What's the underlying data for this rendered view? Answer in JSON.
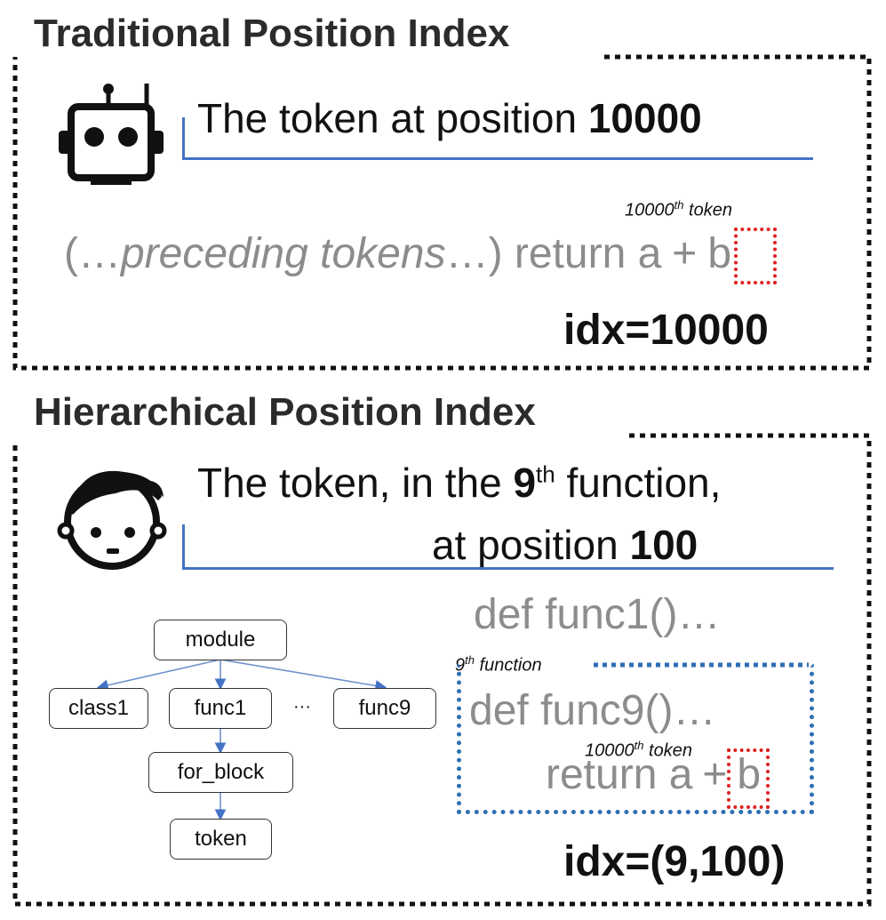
{
  "panels": {
    "traditional": {
      "title": "Traditional Position Index",
      "speech_prefix": "The token at position ",
      "speech_bold": "10000",
      "code_open": "(…",
      "code_italic": "preceding tokens",
      "code_close": "…) return a",
      "code_plus": "+",
      "code_end": "b",
      "token_label_prefix": "10000",
      "token_label_sup": "th",
      "token_label_suffix": " token",
      "idx": "idx=10000",
      "icon": "robot-icon"
    },
    "hierarchical": {
      "title": "Hierarchical Position Index",
      "speech_line1_prefix": "The token, in the ",
      "speech_line1_bold": "9",
      "speech_line1_sup": "th",
      "speech_line1_suffix": " function,",
      "speech_line2_prefix": "at position ",
      "speech_line2_bold": "100",
      "code_func1": "def func1()…",
      "code_func9": "def func9()…",
      "code_return": "return a",
      "code_plus": "+",
      "code_end": "b",
      "function_label_prefix": "9",
      "function_label_sup": "th",
      "function_label_suffix": " function",
      "token_label_prefix": "10000",
      "token_label_sup": "th",
      "token_label_suffix": " token",
      "idx": "idx=(9,100)",
      "icon": "child-face-icon",
      "tree": {
        "root": "module",
        "children": [
          "class1",
          "func1",
          "···",
          "func9"
        ],
        "func1_child": "for_block",
        "leaf": "token"
      }
    }
  },
  "colors": {
    "bracket_blue": "#4472c4",
    "highlight_red": "#e02020",
    "function_box_blue": "#2e6fb3",
    "code_gray": "#8c8c8c"
  }
}
